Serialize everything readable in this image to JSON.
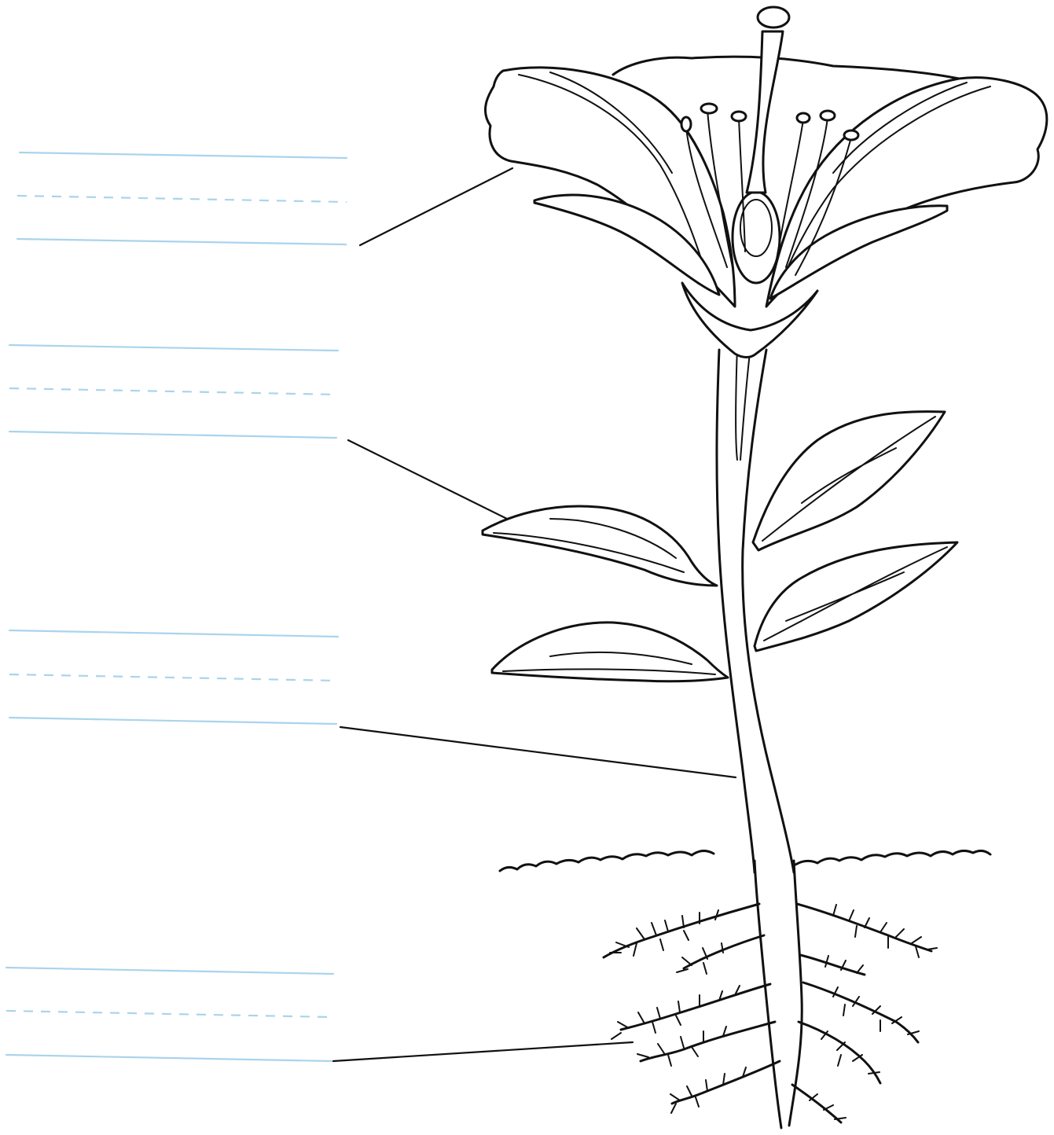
{
  "diagram": {
    "colors": {
      "ink": "#111111",
      "writing_guide": "#a9d4ec",
      "background": "#ffffff"
    },
    "label_slots": [
      {
        "part": "flower",
        "answer": ""
      },
      {
        "part": "leaf",
        "answer": ""
      },
      {
        "part": "stem",
        "answer": ""
      },
      {
        "part": "roots",
        "answer": ""
      }
    ]
  }
}
